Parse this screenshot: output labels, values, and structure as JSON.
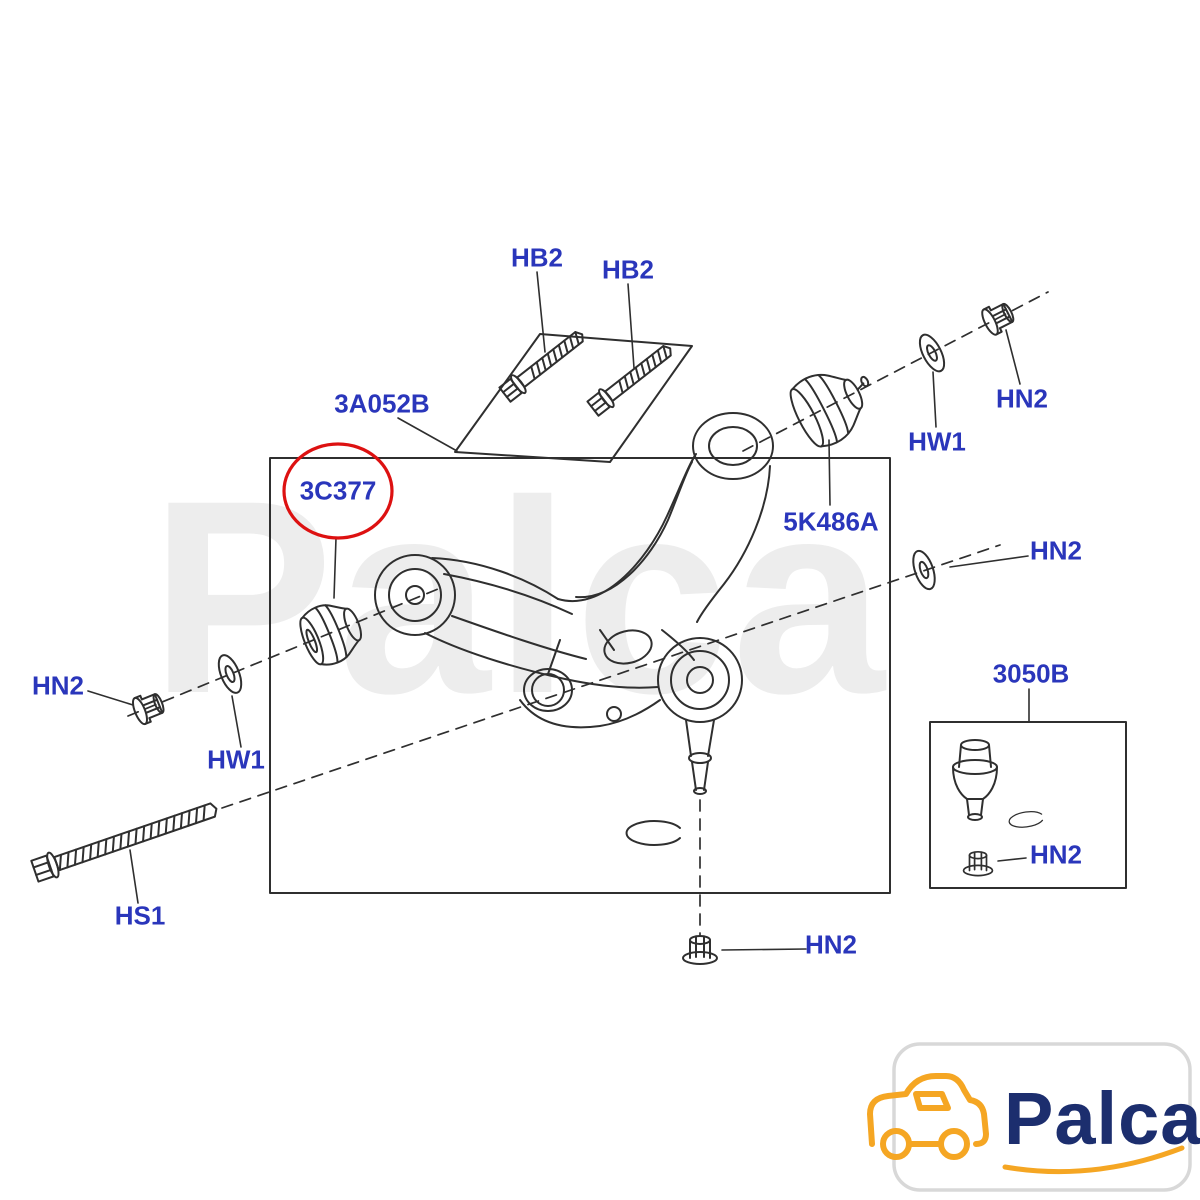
{
  "diagram": {
    "type": "exploded-parts-diagram",
    "subject": "front lower control arm assembly",
    "highlighted_part": "3C377",
    "colors": {
      "label_text": "#2a36bb",
      "line": "#2f2f2f",
      "highlight_circle": "#dd1111",
      "watermark": "#ededed",
      "logo_orange": "#f5a623",
      "logo_navy": "#1c2e6e",
      "logo_frame_gray": "#d8d8d8",
      "background": "#ffffff"
    }
  },
  "labels": {
    "hb2_1": "HB2",
    "hb2_2": "HB2",
    "a3052b": "3A052B",
    "c3377": "3C377",
    "hn2_top_right": "HN2",
    "hw1_top_right": "HW1",
    "k5486a": "5K486A",
    "hn2_mid_right": "HN2",
    "b3050": "3050B",
    "hn2_left": "HN2",
    "hw1_left": "HW1",
    "hs1": "HS1",
    "hn2_box": "HN2",
    "hn2_bottom": "HN2"
  },
  "watermark": {
    "text": "Palca"
  },
  "logo": {
    "text": "Palca"
  }
}
